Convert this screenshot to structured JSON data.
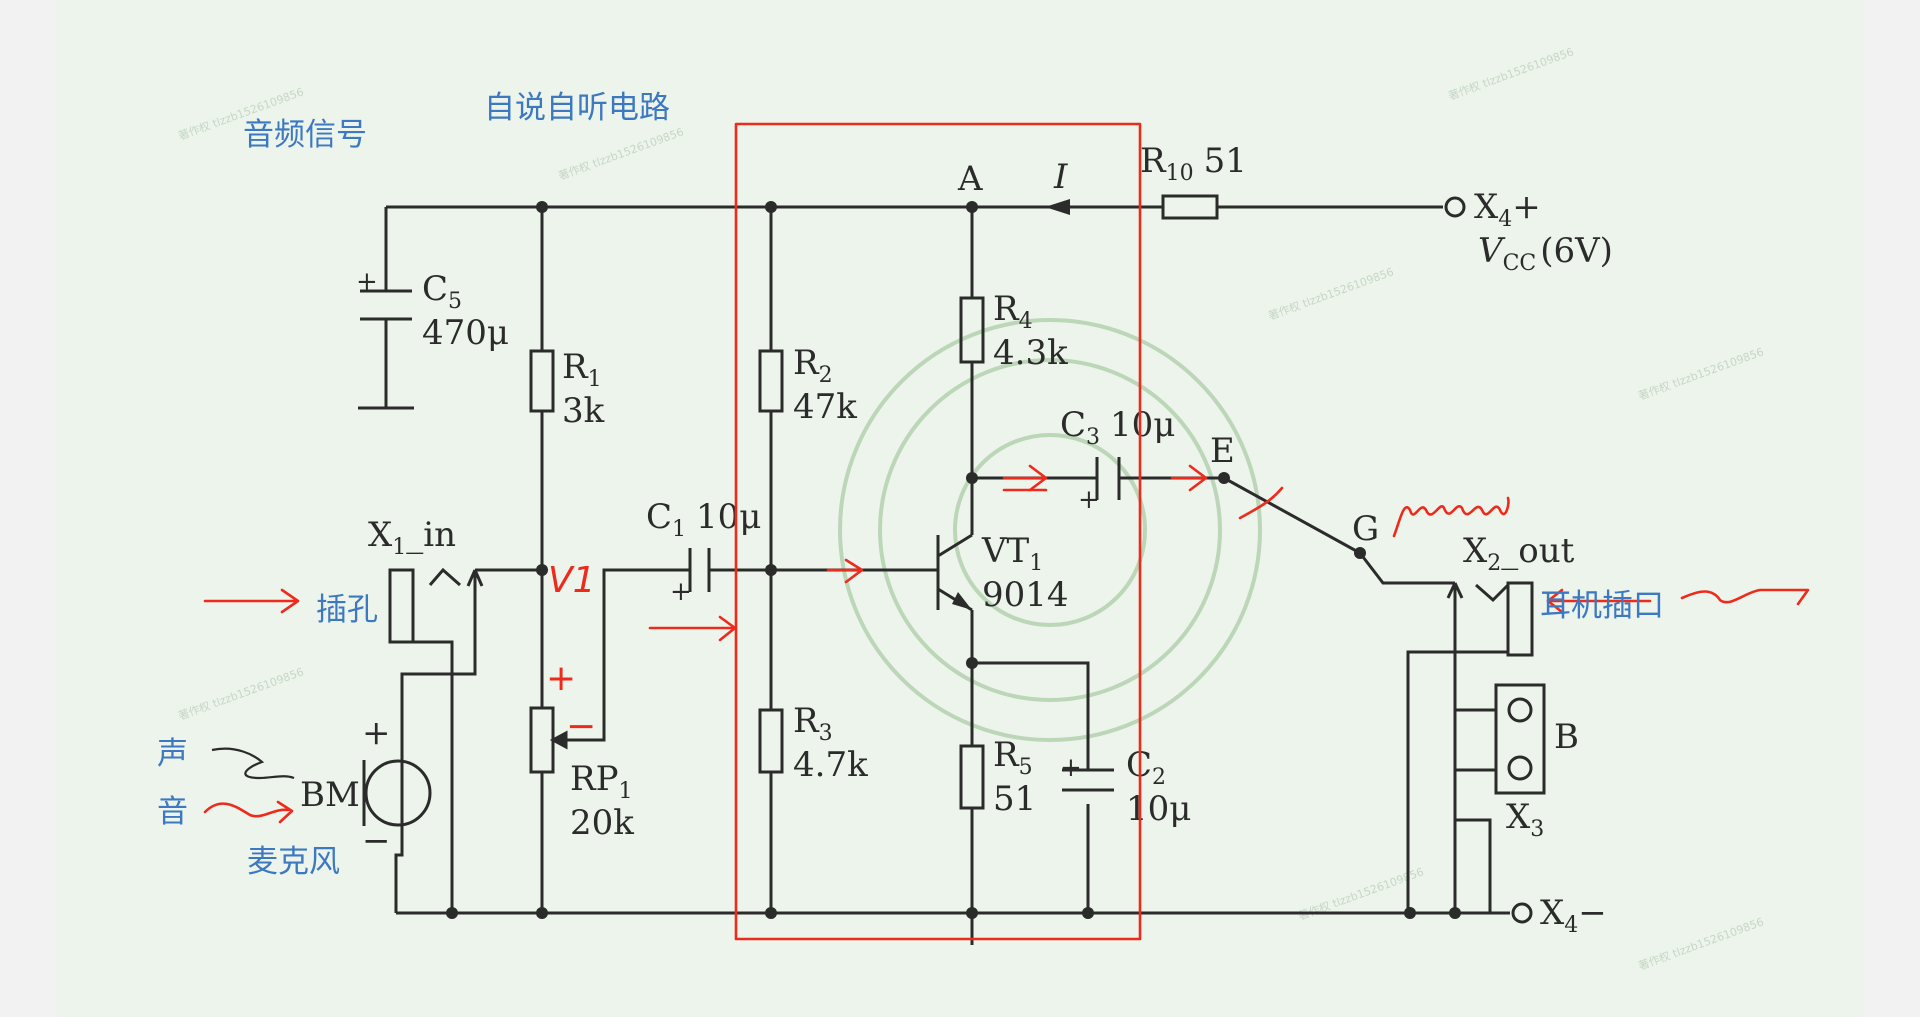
{
  "notes": {
    "audio_signal": "音频信号",
    "self_listen_circuit": "自说自听电路",
    "jack": "插孔",
    "sound_1": "声",
    "sound_2": "音",
    "microphone": "麦克风",
    "earphone_jack": "耳机插口"
  },
  "handwritten": {
    "v1": "V1",
    "plus": "+",
    "minus": "−"
  },
  "components": {
    "C5": {
      "name": "C",
      "sub": "5",
      "value": "470μ"
    },
    "R1": {
      "name": "R",
      "sub": "1",
      "value": "3k"
    },
    "R2": {
      "name": "R",
      "sub": "2",
      "value": "47k"
    },
    "R3": {
      "name": "R",
      "sub": "3",
      "value": "4.7k"
    },
    "R4": {
      "name": "R",
      "sub": "4",
      "value": "4.3k"
    },
    "R5": {
      "name": "R",
      "sub": "5",
      "value": "51"
    },
    "R10": {
      "name": "R",
      "sub": "10",
      "value": "51"
    },
    "RP1": {
      "name": "RP",
      "sub": "1",
      "value": "20k"
    },
    "C1": {
      "name": "C",
      "sub": "1",
      "value": "10μ"
    },
    "C2": {
      "name": "C",
      "sub": "2",
      "value": "10μ"
    },
    "C3": {
      "name": "C",
      "sub": "3",
      "value": "10μ"
    },
    "VT1": {
      "name": "VT",
      "sub": "1",
      "value": "9014"
    },
    "BM": {
      "name": "BM"
    },
    "X1": {
      "name": "X",
      "sub": "1",
      "suffix": "_in"
    },
    "X2": {
      "name": "X",
      "sub": "2",
      "suffix": "_out"
    },
    "X3": {
      "name": "X",
      "sub": "3"
    },
    "X4p": {
      "name": "X",
      "sub": "4",
      "suffix": "+"
    },
    "X4m": {
      "name": "X",
      "sub": "4",
      "suffix": "−"
    },
    "VCC": {
      "name": "V",
      "sub": "CC",
      "value": "(6V)"
    }
  },
  "nodes": {
    "A": "A",
    "E": "E",
    "G": "G",
    "B": "B",
    "I": "I"
  },
  "mic_polarity": {
    "plus": "+",
    "minus": "−"
  },
  "colors": {
    "background": "#ecf4eb",
    "ink": "#2b2b2b",
    "annotation_red": "#ee2a1c",
    "annotation_blue": "#3d79c1"
  }
}
